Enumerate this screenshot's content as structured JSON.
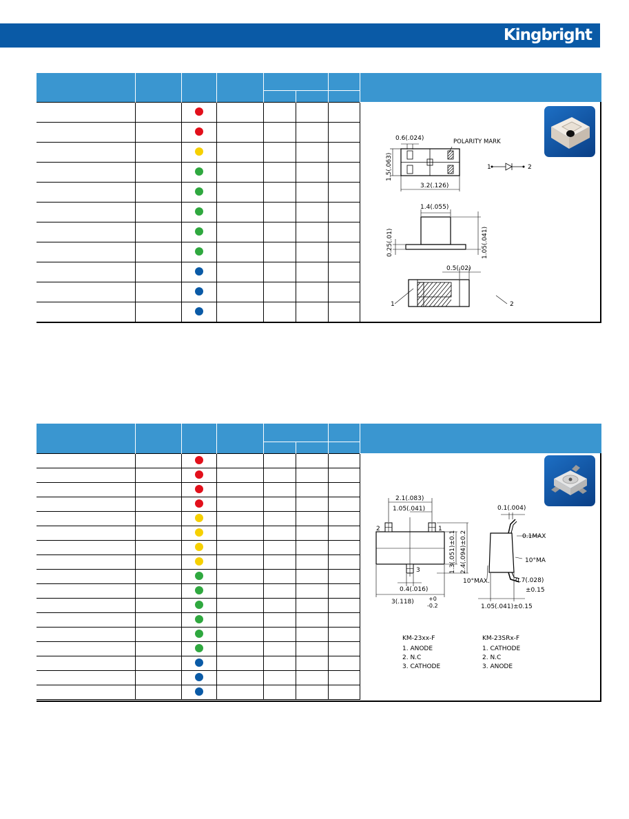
{
  "header": {
    "brand": "Kingbright"
  },
  "colors": {
    "banner": "#0a5aa6",
    "table_header": "#3a96d0",
    "red": "#e2101b",
    "yellow": "#f6d000",
    "green": "#2fa83f",
    "blue": "#0a5aa6"
  },
  "section1": {
    "rows": [
      "red",
      "red",
      "yellow",
      "green",
      "green",
      "green",
      "green",
      "green",
      "blue",
      "blue",
      "blue"
    ],
    "drawing": {
      "dim_top_width": "0.6(.024)",
      "polarity_label": "POLARITY  MARK",
      "dim_height": "1.5(.063)",
      "dim_length": "3.2(.126)",
      "dim_body": "1.4(.055)",
      "dim_pad_thickness": "0.25(.01)",
      "dim_total_height": "1.05(.041)",
      "dim_pad": "0.5(.02)",
      "pin_1": "1",
      "pin_2": "2",
      "symbol_pin_1": "1",
      "symbol_pin_2": "2"
    }
  },
  "section2": {
    "rows": [
      "red",
      "red",
      "red",
      "red",
      "yellow",
      "yellow",
      "yellow",
      "yellow",
      "green",
      "green",
      "green",
      "green",
      "green",
      "green",
      "blue",
      "blue",
      "blue"
    ],
    "drawing": {
      "dim_width": "2.1(.083)",
      "dim_pitch": "1.05(.041)",
      "dim_offset": "0.1(.004)",
      "dim_max1": "0.1MAX.",
      "dim_body_h": "1.3(.051)±0.1",
      "dim_total_h": "2.4(.094)±0.2",
      "angle_1": "10°MAX.",
      "angle_2": "10°MAX.",
      "dim_lead_w": "0.4(.016)",
      "dim_lead_t": "0.7(.028)",
      "dim_lead_tol": "±0.15",
      "dim_length": "3(.118)",
      "dim_length_tol_plus": "+0",
      "dim_length_tol_minus": "-0.2",
      "dim_side_h": "1.05(.041)±0.15",
      "pin_1": "1",
      "pin_2": "2",
      "pin_3": "3",
      "model_a": {
        "name": "KM-23xx-F",
        "pins": [
          "1.  ANODE",
          "2.  N.C",
          "3.  CATHODE"
        ]
      },
      "model_b": {
        "name": "KM-23SRx-F",
        "pins": [
          "1.  CATHODE",
          "2.  N.C",
          "3.  ANODE"
        ]
      }
    }
  }
}
